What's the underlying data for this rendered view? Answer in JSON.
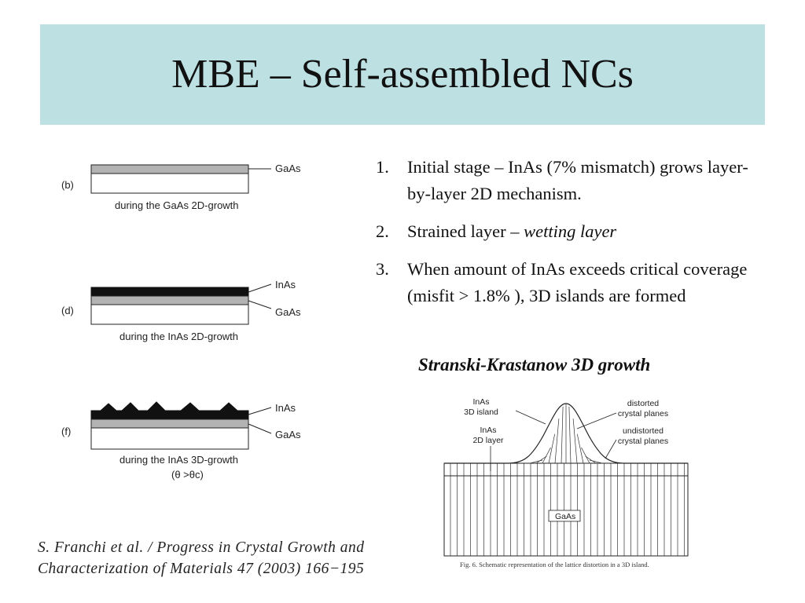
{
  "title": "MBE – Self-assembled NCs",
  "panels": [
    {
      "label": "(b)",
      "layers": [
        "GaAs"
      ],
      "caption": "during the GaAs 2D-growth"
    },
    {
      "label": "(d)",
      "layers": [
        "InAs",
        "GaAs"
      ],
      "caption": "during the InAs 2D-growth"
    },
    {
      "label": "(f)",
      "layers": [
        "InAs",
        "GaAs"
      ],
      "caption": "during the InAs 3D-growth",
      "condition": "(θ >θc)"
    }
  ],
  "list": [
    {
      "num": "1.",
      "text": "Initial stage – InAs (7% mismatch) grows layer-by-layer 2D mechanism."
    },
    {
      "num": "2.",
      "text_prefix": "Strained layer – ",
      "text_italic": "wetting layer"
    },
    {
      "num": "3.",
      "text": "When amount of  InAs exceeds critical coverage (misfit > 1.8% ), 3D islands are formed"
    }
  ],
  "subheading": "Stranski-Krastanow 3D growth",
  "figure": {
    "labels": {
      "island": "InAs 3D island",
      "island_l1": "InAs",
      "island_l2": "3D island",
      "layer_l1": "InAs",
      "layer_l2": "2D layer",
      "distorted_l1": "distorted",
      "distorted_l2": "crystal planes",
      "undistorted_l1": "undistorted",
      "undistorted_l2": "crystal planes",
      "substrate": "GaAs"
    },
    "caption": "Fig. 6. Schematic representation of the lattice distortion in a 3D island."
  },
  "citation": {
    "line1": "S. Franchi et al. / Progress in Crystal Growth and",
    "line2": "Characterization of Materials 47  (2003)  166−195"
  }
}
